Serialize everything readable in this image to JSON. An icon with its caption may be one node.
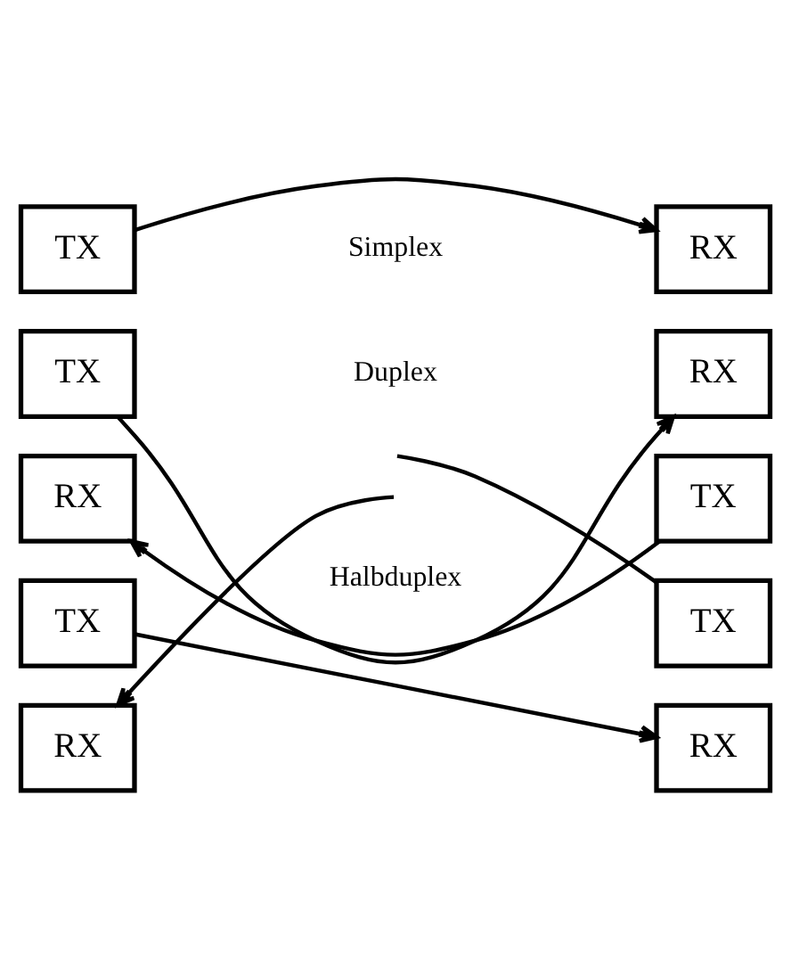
{
  "diagram": {
    "nodes": [
      {
        "text": [
          "TX"
        ]
      },
      {
        "text": [
          "RX"
        ]
      },
      {
        "text": [
          "TX"
        ]
      },
      {
        "text": [
          "RX"
        ]
      },
      {
        "text": [
          "RX"
        ]
      },
      {
        "text": [
          "TX"
        ]
      },
      {
        "text": [
          "TX"
        ]
      },
      {
        "text": [
          "TX"
        ]
      },
      {
        "text": [
          "RX"
        ]
      },
      {
        "text": [
          "RX"
        ]
      }
    ],
    "edges": [
      {
        "from": 0,
        "to": 1,
        "arrow": "to"
      },
      {
        "from": 2,
        "to": 3,
        "arrow": "to"
      },
      {
        "from": 5,
        "to": 4,
        "arrow": "to"
      },
      {
        "from": 6,
        "to": 9,
        "arrow": "to"
      },
      {
        "from": 7,
        "to": null,
        "arrow": "none"
      },
      {
        "from": null,
        "to": 8,
        "arrow": "to"
      }
    ],
    "labels": [
      "Simplex",
      "Duplex",
      "Halbduplex"
    ]
  }
}
